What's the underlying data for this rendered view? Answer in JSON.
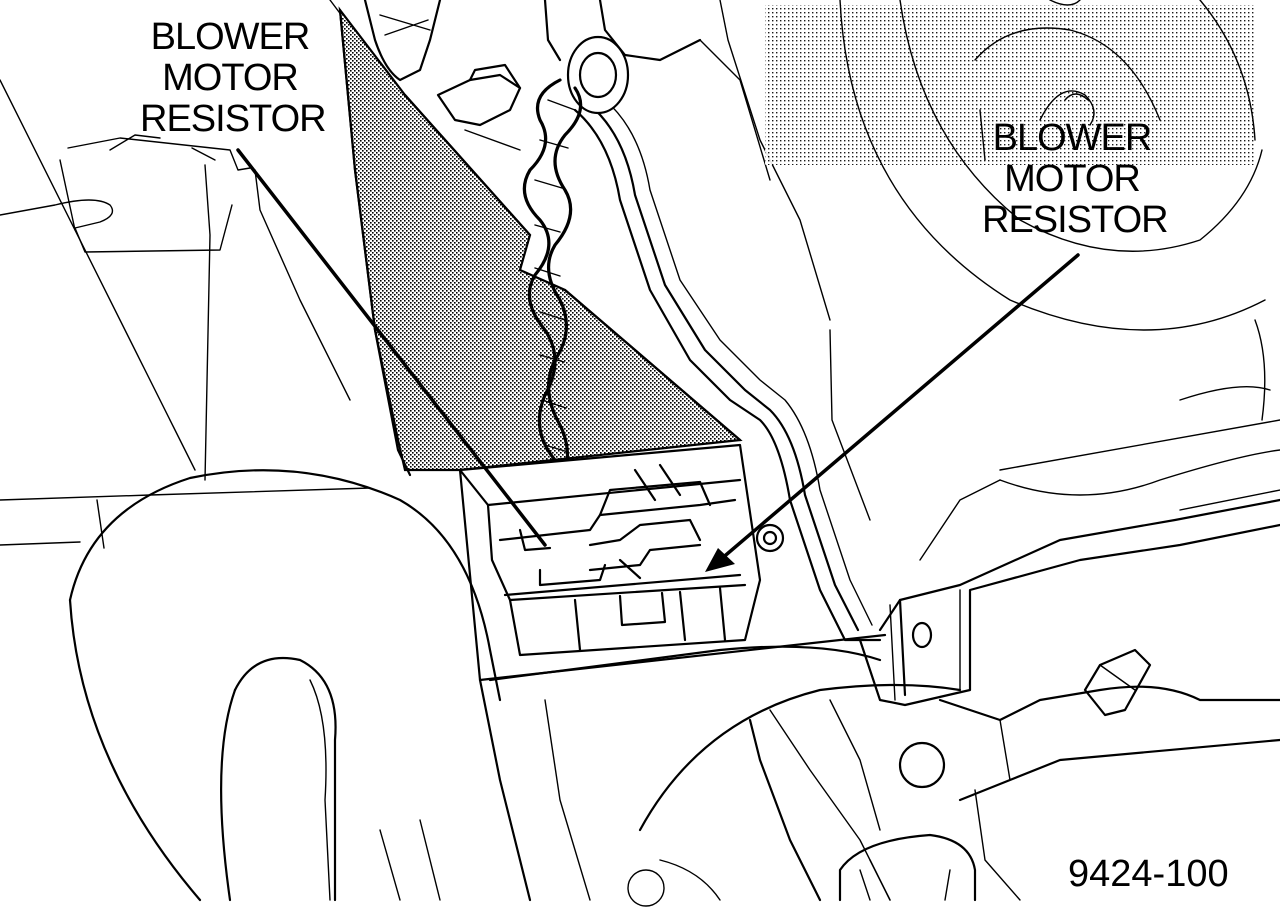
{
  "labels": {
    "left": [
      "BLOWER",
      "MOTOR",
      "RESISTOR"
    ],
    "right": [
      "BLOWER",
      "MOTOR",
      "RESISTOR"
    ]
  },
  "figure_number": "9424-100"
}
